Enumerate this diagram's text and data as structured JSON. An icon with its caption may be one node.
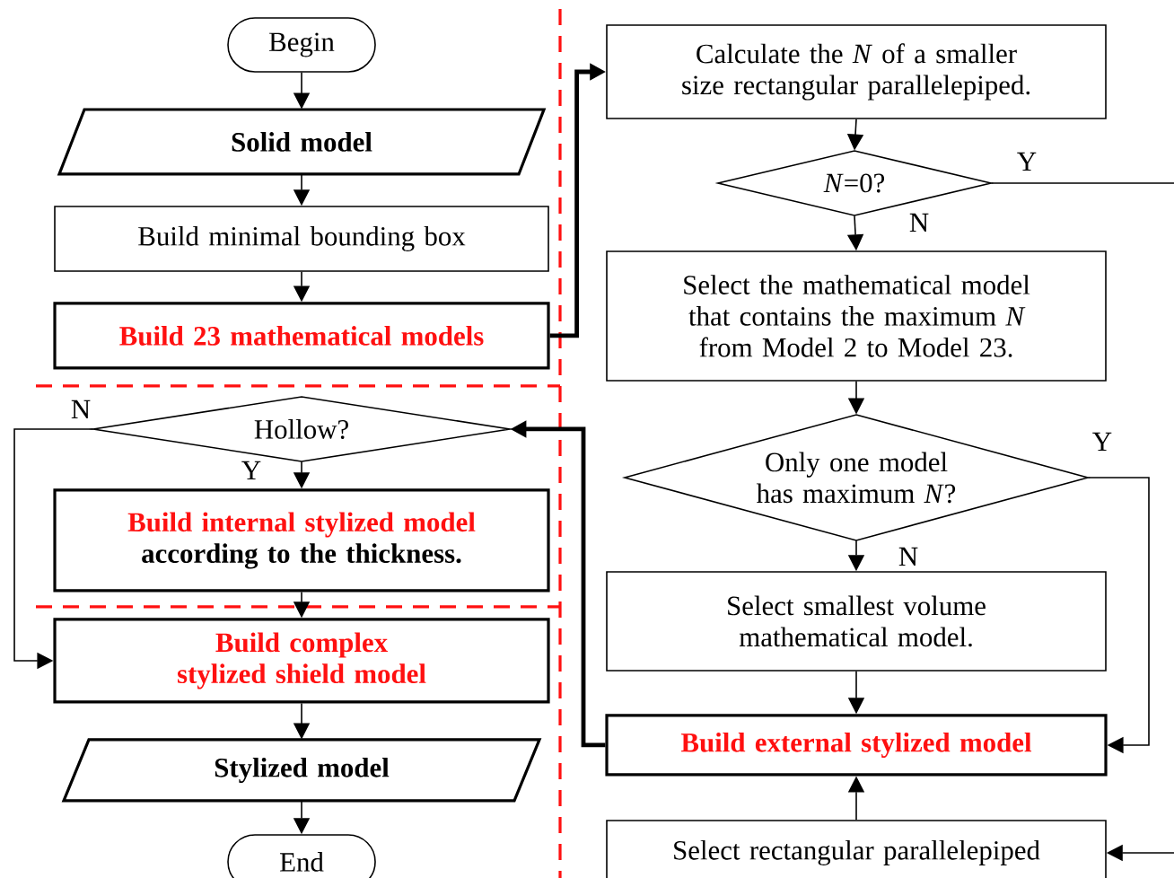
{
  "diagram": {
    "nodes": [
      {
        "text": [
          "Begin"
        ]
      },
      {
        "text": [
          "Solid model"
        ]
      },
      {
        "text": [
          "Build minimal bounding box"
        ]
      },
      {
        "text": [
          "Build 23 mathematical models"
        ]
      },
      {
        "text": [
          "Hollow?"
        ]
      },
      {
        "text": [
          "Build internal stylized model",
          "according to the thickness."
        ]
      },
      {
        "text": [
          "Build complex stylized shield model"
        ]
      },
      {
        "text": [
          "Stylized model"
        ]
      },
      {
        "text": [
          "End"
        ]
      },
      {
        "text": [
          "Calculate the *N* of a smaller size rectangular parallelepiped."
        ]
      },
      {
        "text": [
          "*N*=0?"
        ]
      },
      {
        "text": [
          "Select the mathematical model that contains the maximum *N* from Model 2 to Model 23."
        ]
      },
      {
        "text": [
          "Only one model has maximum *N*?"
        ]
      },
      {
        "text": [
          "Select smallest volume mathematical model."
        ]
      },
      {
        "text": [
          "Build external stylized model"
        ]
      },
      {
        "text": [
          "Select rectangular parallelepiped"
        ]
      }
    ],
    "edges": [
      {
        "from": 0,
        "to": 1,
        "arrow": "to"
      },
      {
        "from": 1,
        "to": 2,
        "arrow": "to"
      },
      {
        "from": 2,
        "to": 3,
        "arrow": "to"
      },
      {
        "from": 3,
        "to": 9,
        "arrow": "to",
        "style": "thick"
      },
      {
        "from": 4,
        "to": 5,
        "arrow": "to",
        "label": "Y"
      },
      {
        "from": 4,
        "to": 6,
        "arrow": "to",
        "label": "N"
      },
      {
        "from": 5,
        "to": 6,
        "arrow": "to"
      },
      {
        "from": 6,
        "to": 7,
        "arrow": "to"
      },
      {
        "from": 7,
        "to": 8,
        "arrow": "to"
      },
      {
        "from": 9,
        "to": 10,
        "arrow": "to"
      },
      {
        "from": 10,
        "to": 11,
        "arrow": "to",
        "label": "N"
      },
      {
        "from": 10,
        "to": null,
        "arrow": "none",
        "label": "Y"
      },
      {
        "from": 11,
        "to": 12,
        "arrow": "to"
      },
      {
        "from": 12,
        "to": 13,
        "arrow": "to",
        "label": "N"
      },
      {
        "from": 12,
        "to": 14,
        "arrow": "to",
        "label": "Y"
      },
      {
        "from": 13,
        "to": 14,
        "arrow": "to"
      },
      {
        "from": 15,
        "to": 14,
        "arrow": "to"
      },
      {
        "from": 14,
        "to": 4,
        "arrow": "to",
        "style": "thick"
      },
      {
        "from": null,
        "to": 15,
        "arrow": "to"
      }
    ]
  }
}
